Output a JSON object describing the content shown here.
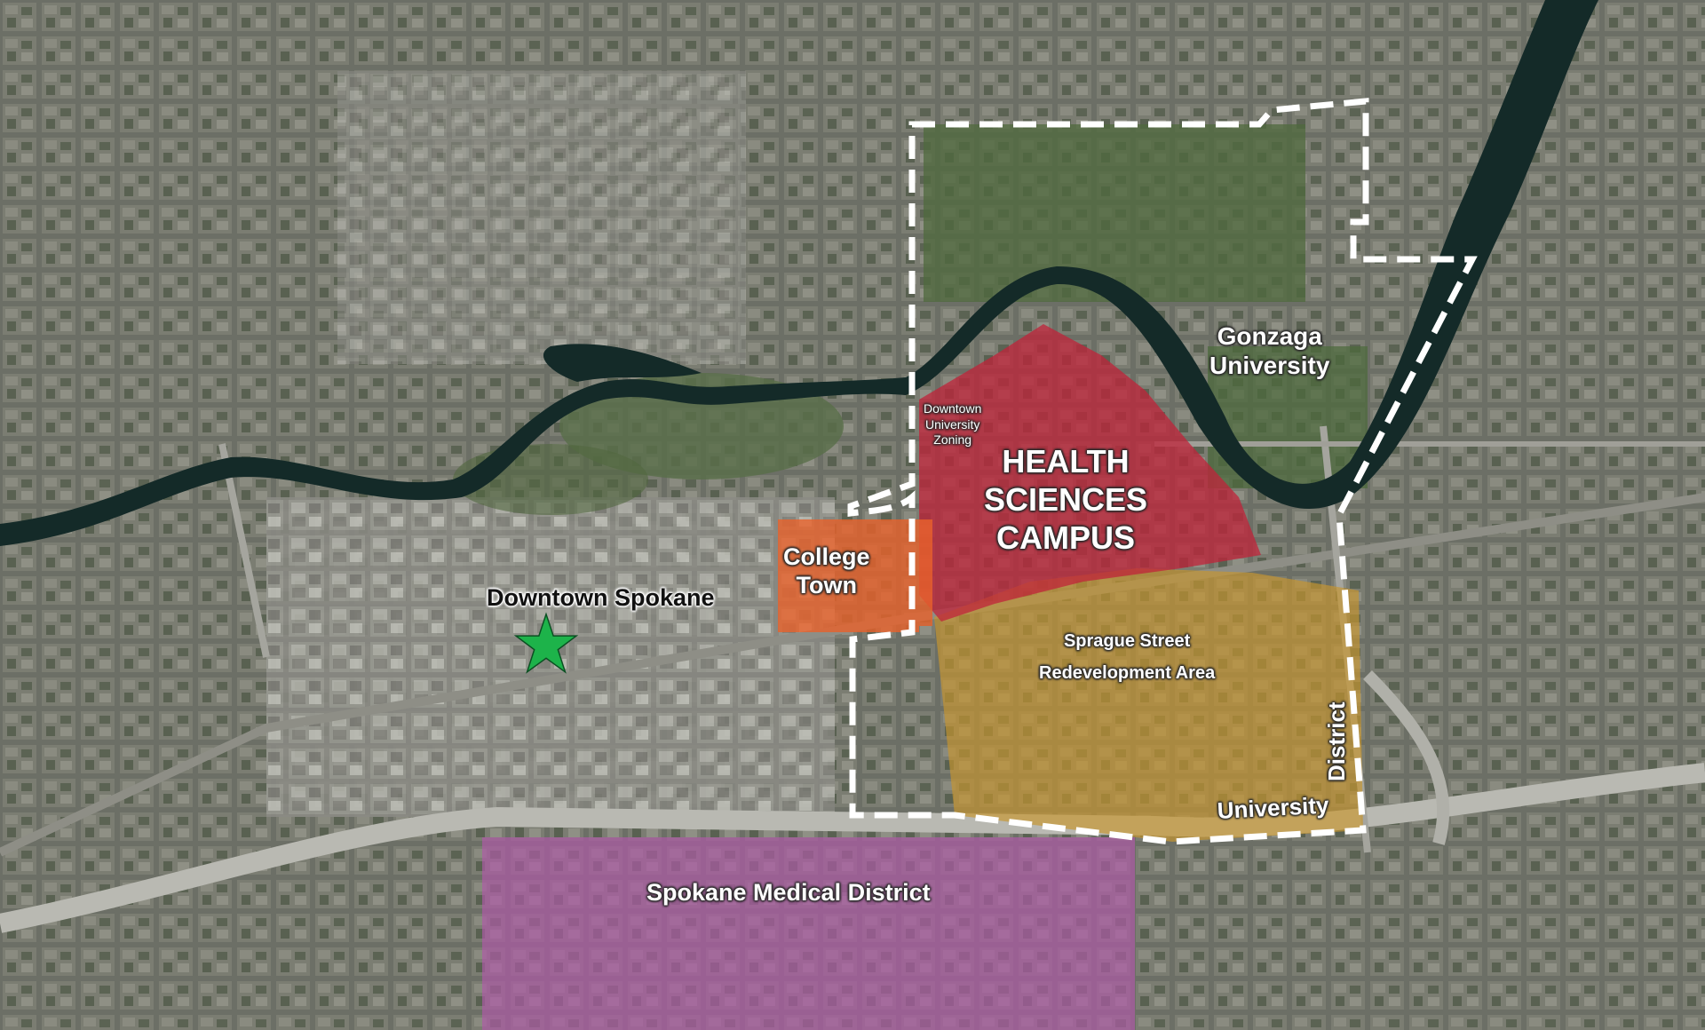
{
  "labels": {
    "downtown_spokane": "Downtown Spokane",
    "college_town_1": "College",
    "college_town_2": "Town",
    "health_sciences_1": "HEALTH",
    "health_sciences_2": "SCIENCES",
    "health_sciences_3": "CAMPUS",
    "downtown_zoning_1": "Downtown",
    "downtown_zoning_2": "University",
    "downtown_zoning_3": "Zoning",
    "gonzaga_1": "Gonzaga",
    "gonzaga_2": "University",
    "sprague_1": "Sprague Street",
    "sprague_2": "Redevelopment Area",
    "university": "University",
    "district": "District",
    "medical_district": "Spokane Medical District"
  },
  "icons": {
    "downtown_marker": "star-icon"
  },
  "colors": {
    "health_sciences_campus": "#c0233a",
    "college_town": "#e8612a",
    "sprague_redevelopment": "#c9972e",
    "medical_district": "#b05aa8",
    "marker_star": "#1db34a",
    "river": "#142a28",
    "district_boundary": "#ffffff"
  }
}
